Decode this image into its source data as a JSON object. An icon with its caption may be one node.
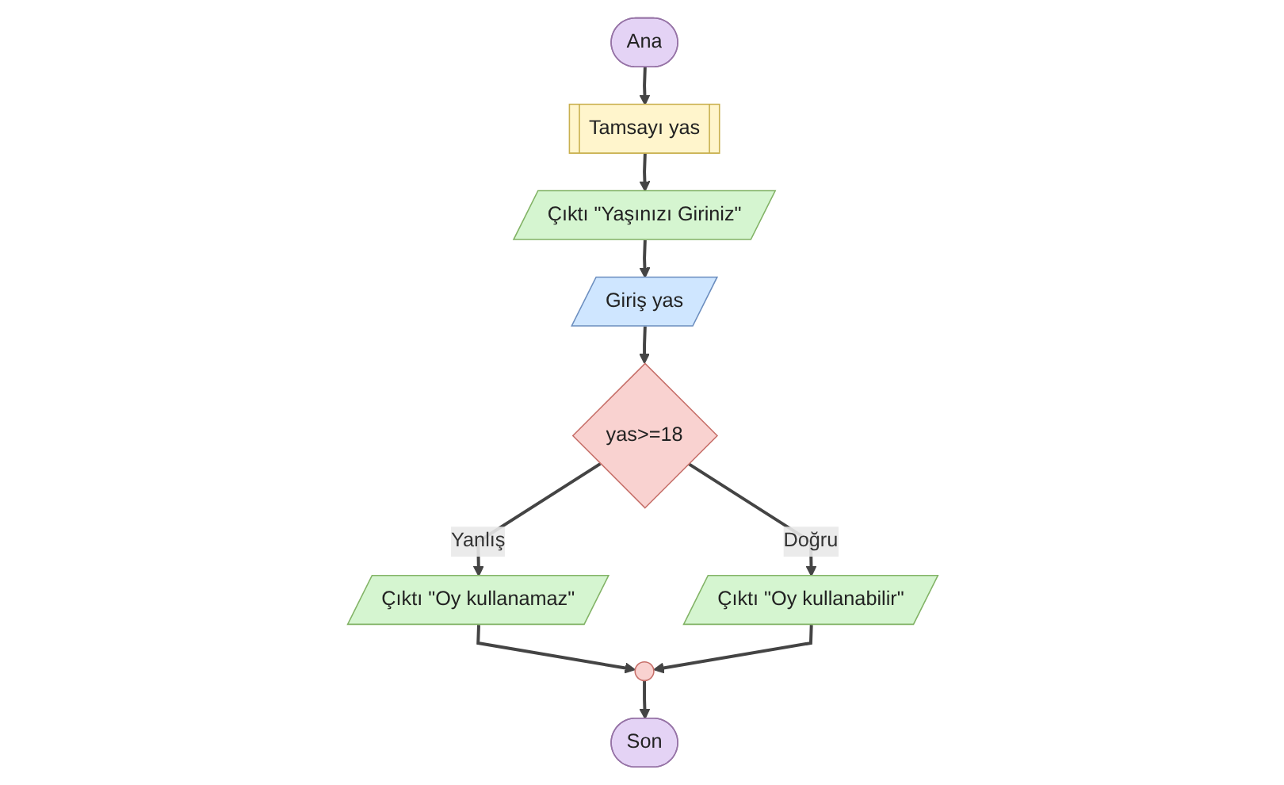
{
  "diagram": {
    "nodes": [
      {
        "text": [
          "Ana"
        ]
      },
      {
        "text": [
          "Tamsayı yas"
        ]
      },
      {
        "text": [
          "Çıktı \"Yaşınızı Giriniz\""
        ]
      },
      {
        "text": [
          "Giriş yas"
        ]
      },
      {
        "text": [
          "yas>=18"
        ]
      },
      {
        "text": [
          "Çıktı \"Oy kullanamaz\""
        ]
      },
      {
        "text": [
          "Çıktı \"Oy kullanabilir\""
        ]
      },
      {
        "text": [],
        "shape": "circle"
      },
      {
        "text": [
          "Son"
        ]
      }
    ],
    "edges": [
      {
        "from": 0,
        "to": 1,
        "arrow": "to"
      },
      {
        "from": 1,
        "to": 2,
        "arrow": "to"
      },
      {
        "from": 2,
        "to": 3,
        "arrow": "to"
      },
      {
        "from": 3,
        "to": 4,
        "arrow": "to"
      },
      {
        "from": 4,
        "to": 5,
        "label": "Yanlış",
        "arrow": "to"
      },
      {
        "from": 4,
        "to": 6,
        "label": "Doğru",
        "arrow": "to"
      },
      {
        "from": 5,
        "to": 7,
        "arrow": "to"
      },
      {
        "from": 6,
        "to": 7,
        "arrow": "to"
      },
      {
        "from": 7,
        "to": 8,
        "arrow": "to"
      }
    ]
  }
}
